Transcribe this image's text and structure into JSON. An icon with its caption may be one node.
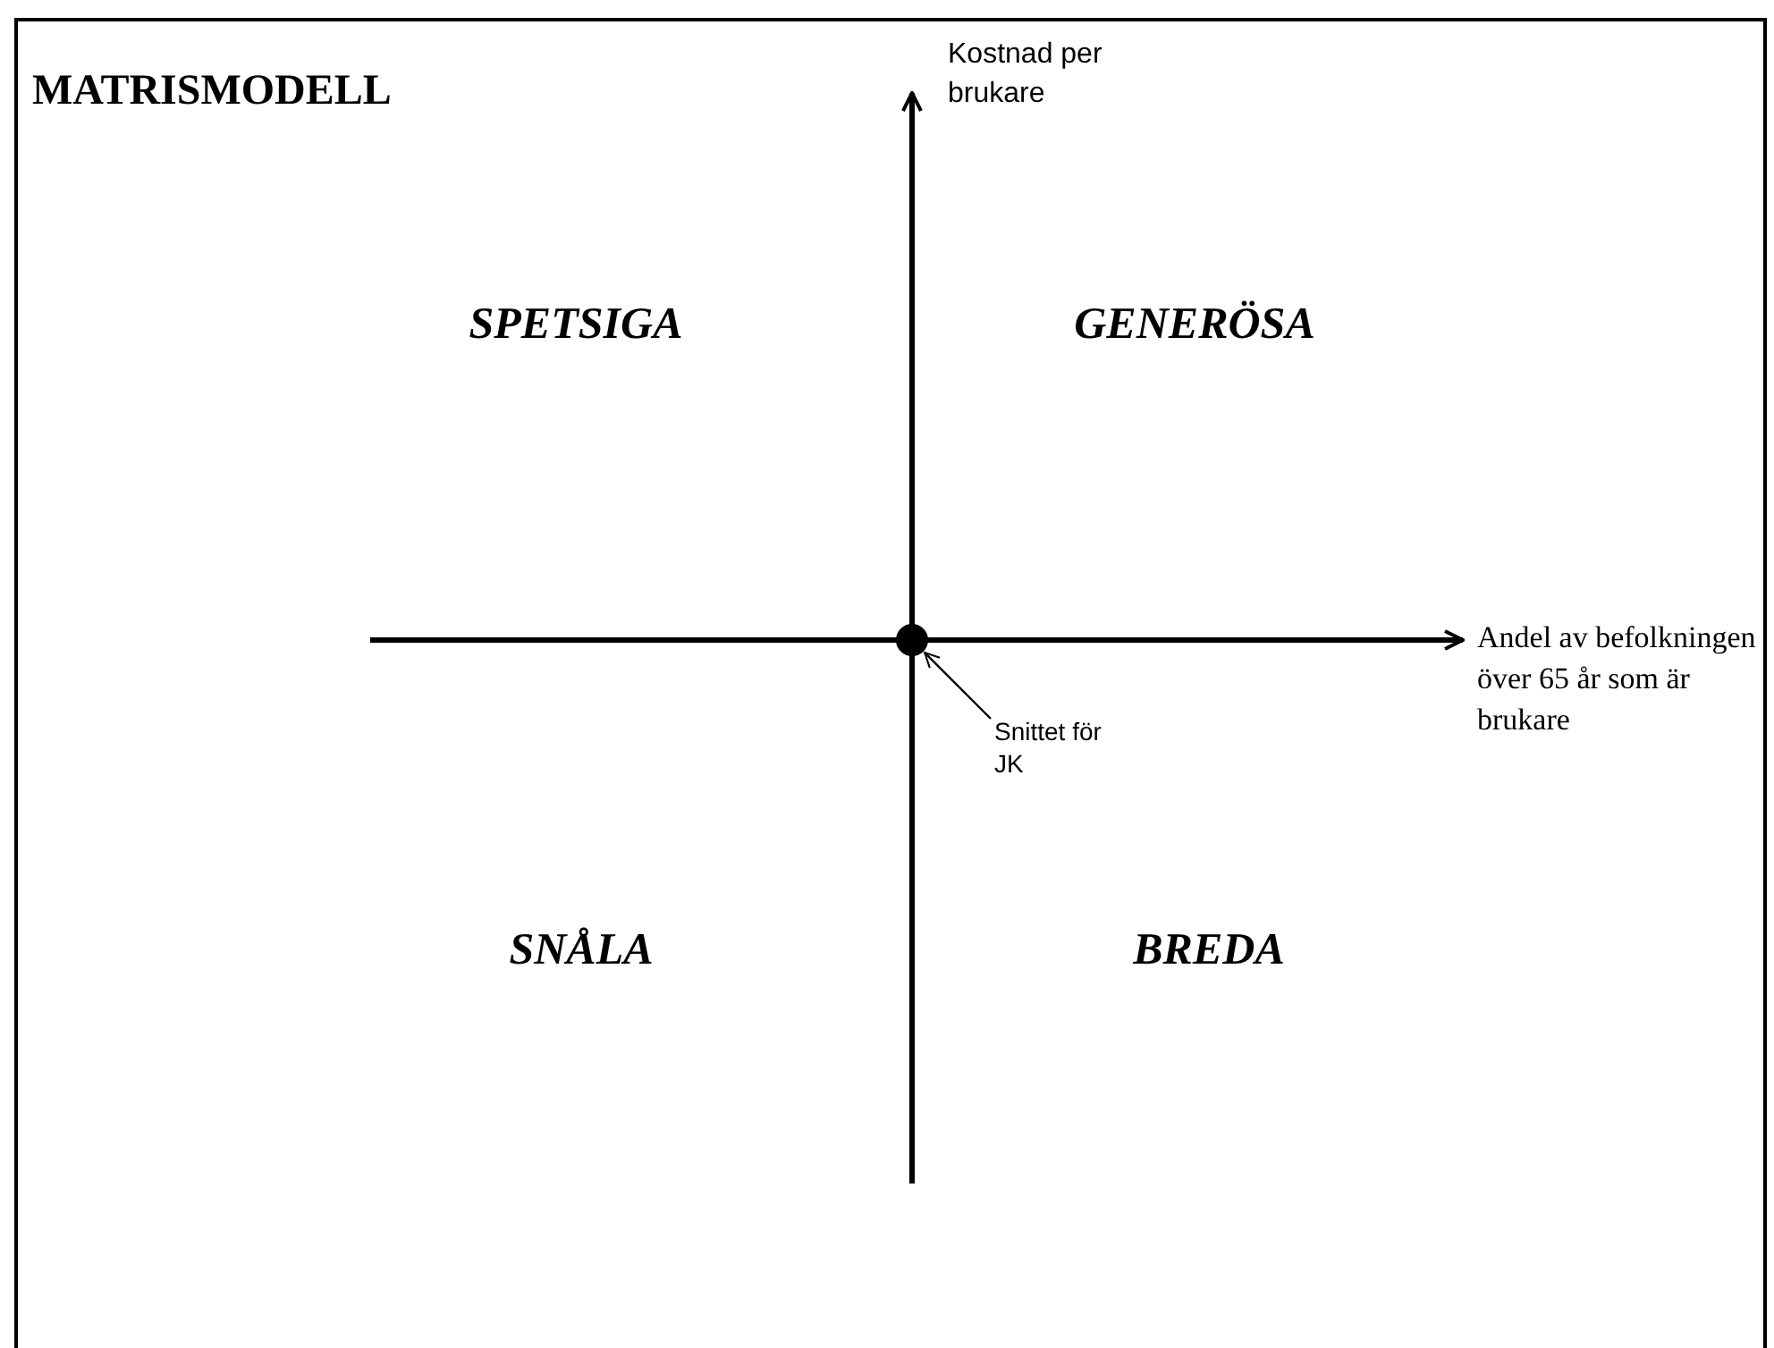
{
  "diagram": {
    "title": "MATRISMODELL",
    "nodes": [
      {
        "text": [
          "Snittet för JK"
        ]
      },
      {
        "text": [],
        "shape": "circle"
      }
    ],
    "edges": [
      {
        "from": 0,
        "to": 1,
        "arrow": "to"
      }
    ],
    "labels": [
      "Kostnad per brukare",
      "SPETSIGA",
      "GENERÖSA",
      "Andel av befolkningen över 65 år som är brukare",
      "SNÅLA",
      "BREDA"
    ]
  }
}
